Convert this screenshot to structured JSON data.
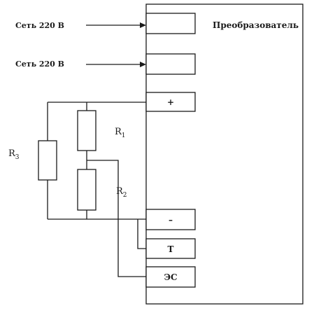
{
  "inputs": [
    {
      "label": "Сеть 220 В"
    },
    {
      "label": "Сеть 220 В"
    }
  ],
  "converter": {
    "title": "Преобразователь"
  },
  "terminals": {
    "plus": "+",
    "minus": "–",
    "t": "Т",
    "es": "ЭС"
  },
  "resistors": {
    "r1": {
      "letter": "R",
      "index": "1"
    },
    "r2": {
      "letter": "R",
      "index": "2"
    },
    "r3": {
      "letter": "R",
      "index": "3"
    }
  }
}
